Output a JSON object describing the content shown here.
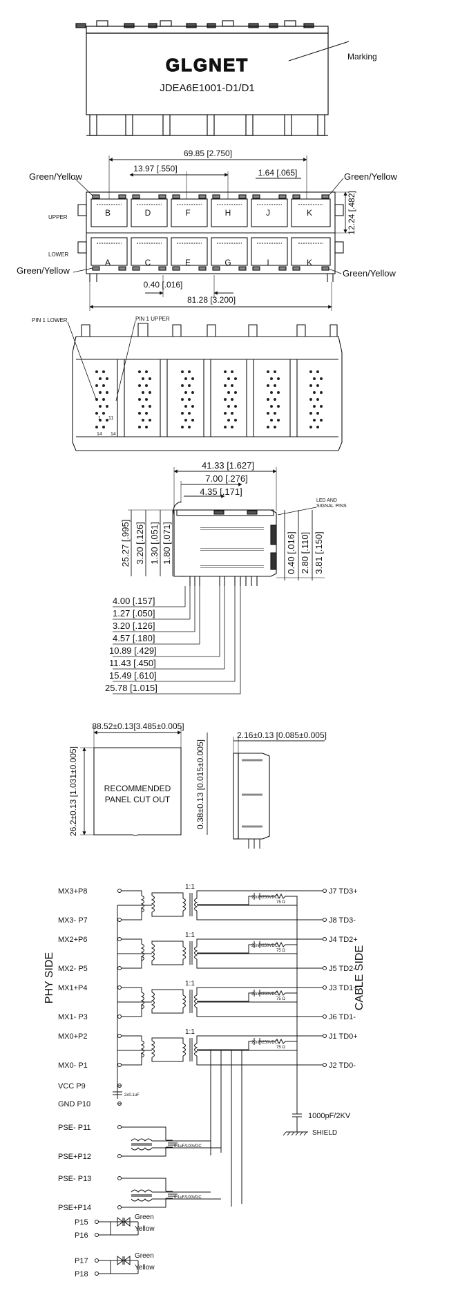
{
  "top_view": {
    "brand": "GLGNET",
    "part_number": "JDEA6E1001-D1/D1",
    "marking_label": "Marking"
  },
  "front_view": {
    "overall_width": "69.85 [2.750]",
    "port_pitch": "13.97 [.550]",
    "led_offset": "1.64 [.065]",
    "row_height": "12.24 [.482]",
    "led_gap": "0.40 [.016]",
    "total_width": "81.28 [3.200]",
    "led_label_top_left": "Green/Yellow",
    "led_label_top_right": "Green/Yellow",
    "led_label_bottom_left": "Green/Yellow",
    "led_label_bottom_right": "Green/Yellow",
    "upper_label": "UPPER",
    "lower_label": "LOWER",
    "upper_ports": [
      "B",
      "D",
      "F",
      "H",
      "J",
      "K"
    ],
    "lower_ports": [
      "A",
      "C",
      "E",
      "G",
      "I",
      "K"
    ]
  },
  "bottom_view": {
    "pin1_lower": "PIN 1 LOWER",
    "pin1_upper": "PIN 1 UPPER",
    "pin_marks": [
      "1",
      "11",
      "14",
      "14"
    ]
  },
  "side_view": {
    "dims_top": [
      "41.33 [1.627]",
      "7.00 [.276]",
      "4.35 [.171]"
    ],
    "dims_left": [
      "25.27 [.995]",
      "3.20 [.126]",
      "1.30 [.051]",
      "1.80 [.071]"
    ],
    "dims_right": [
      "0.40 [.016]",
      "2.80 [.110]",
      "3.81 [.150]"
    ],
    "led_signal_pins": "LED AND SIGNAL PINS",
    "dims_bottom": [
      "4.00 [.157]",
      "1.27 [.050]",
      "3.20 [.126]",
      "4.57 [.180]",
      "10.89 [.429]",
      "11.43 [.450]",
      "15.49 [.610]",
      "25.78 [1.015]"
    ]
  },
  "panel_cutout": {
    "width": "88.52±0.13[3.485±0.005]",
    "height": "26.2±0.13 [1.031±0.005]",
    "label_line1": "RECOMMENDED",
    "label_line2": "PANEL CUT OUT",
    "corner": "0.38±0.13 [0.015±0.005]",
    "thickness": "2.16±0.13 [0.085±0.005]"
  },
  "schematic": {
    "phy_side": "PHY SIDE",
    "cable_side": "CABLE SIDE",
    "ratio": "1:1",
    "left_pins": [
      "MX3+P8",
      "MX3- P7",
      "MX2+P6",
      "MX2- P5",
      "MX1+P4",
      "MX1- P3",
      "MX0+P2",
      "MX0- P1"
    ],
    "right_pins": [
      "J7 TD3+",
      "J8 TD3-",
      "J4 TD2+",
      "J5 TD2-",
      "J3 TD1+",
      "J6 TD1-",
      "J1 TD0+",
      "J2 TD0-"
    ],
    "cap_label": "22nF/250VDC",
    "res_label": "75 Ω",
    "vcc": "VCC P9",
    "gnd": "GND P10",
    "vcc_cap": "2x0.1uF",
    "shield_cap": "1000pF/2KV",
    "shield": "SHIELD",
    "pse_pins": [
      "PSE- P11",
      "PSE+P12",
      "PSE- P13",
      "PSE+P14"
    ],
    "pse_cap": "0.1uF/100VDC",
    "led_pins": [
      "P15",
      "P16",
      "P17",
      "P18"
    ],
    "led_green": "Green",
    "led_yellow": "Yellow"
  }
}
